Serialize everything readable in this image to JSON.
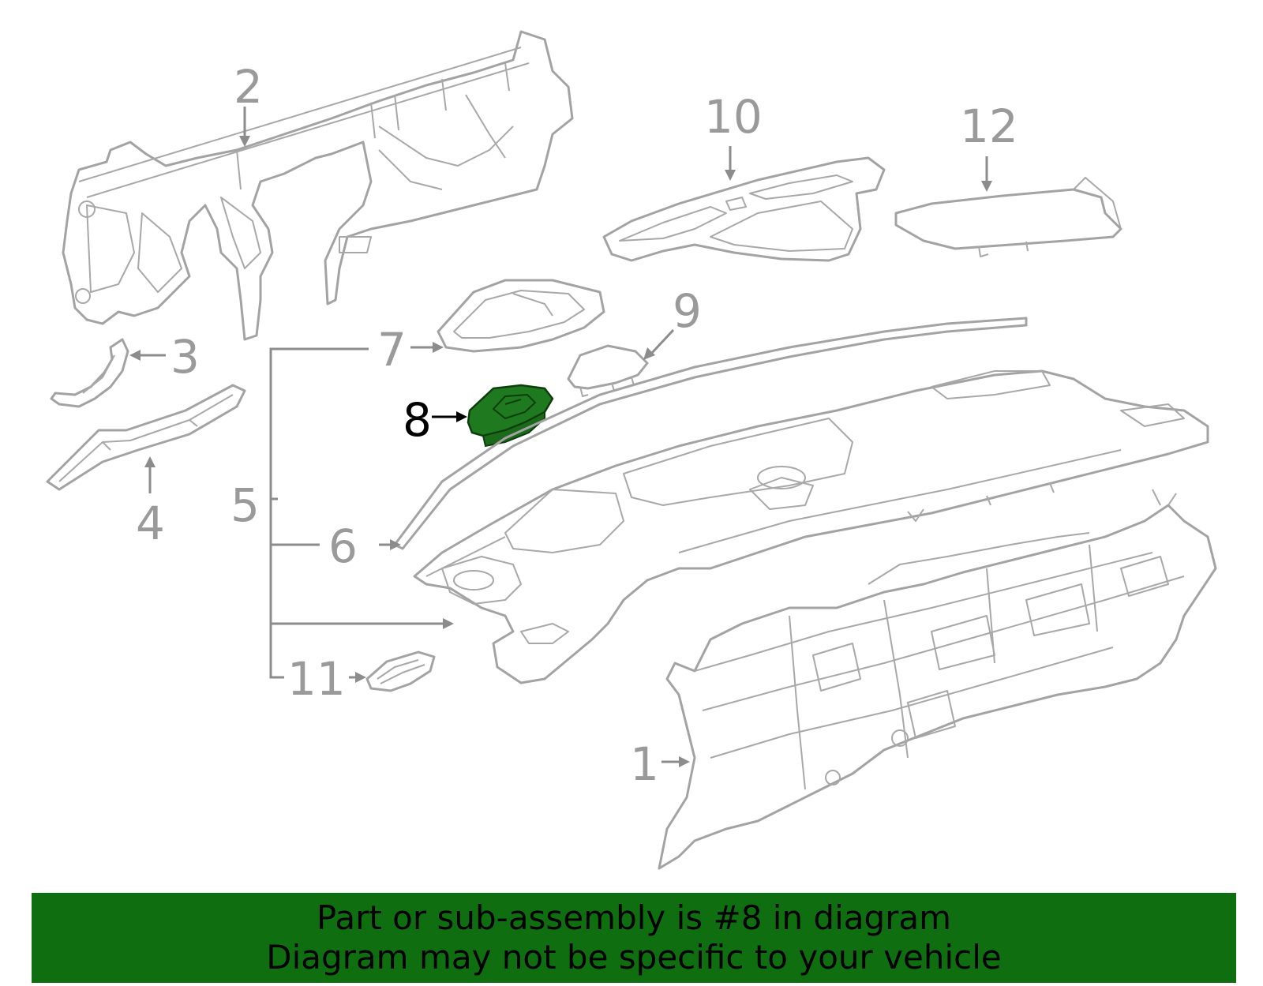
{
  "callouts": [
    {
      "id": "1",
      "label": "1"
    },
    {
      "id": "2",
      "label": "2"
    },
    {
      "id": "3",
      "label": "3"
    },
    {
      "id": "4",
      "label": "4"
    },
    {
      "id": "5",
      "label": "5"
    },
    {
      "id": "6",
      "label": "6"
    },
    {
      "id": "7",
      "label": "7"
    },
    {
      "id": "8",
      "label": "8"
    },
    {
      "id": "9",
      "label": "9"
    },
    {
      "id": "10",
      "label": "10"
    },
    {
      "id": "11",
      "label": "11"
    },
    {
      "id": "12",
      "label": "12"
    }
  ],
  "highlighted_part": "8",
  "colors": {
    "highlight": "#1f7a1f",
    "banner": "#0f6e0f",
    "line": "#a3a3a3"
  },
  "banner": {
    "line1": "Part or sub-assembly is #8 in diagram",
    "line2": "Diagram may not be specific to your vehicle"
  }
}
